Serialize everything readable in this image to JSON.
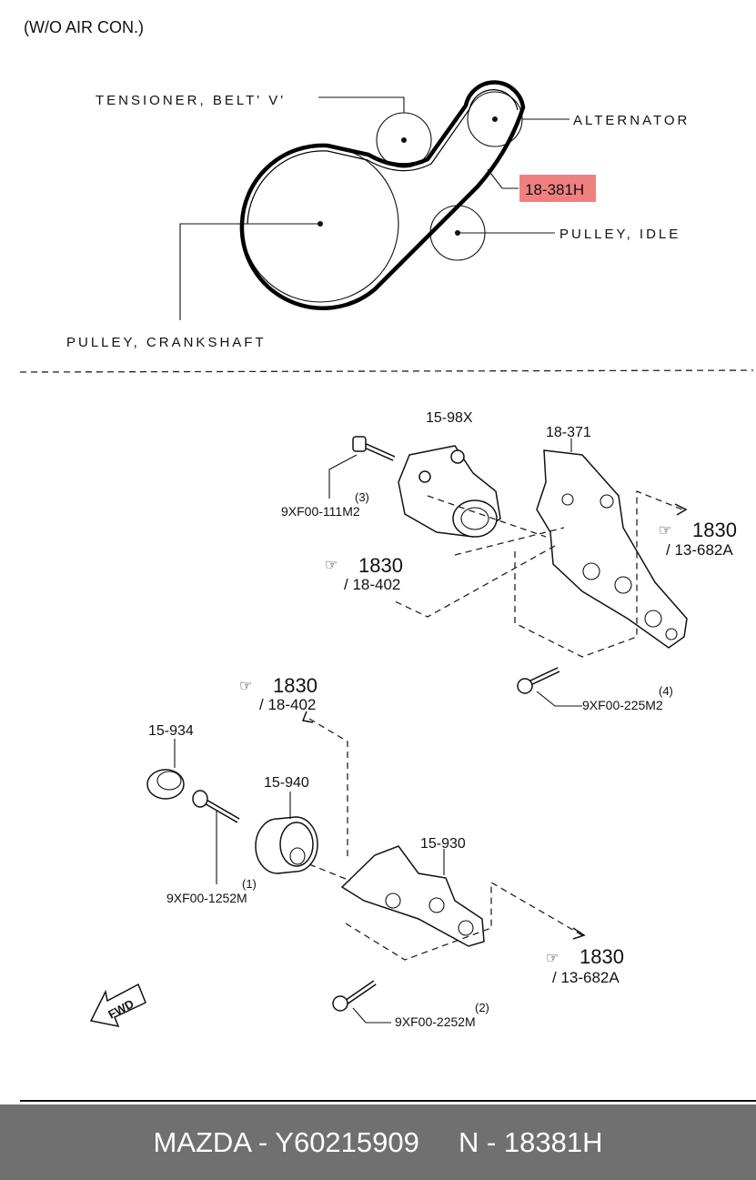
{
  "belt_diagram": {
    "heading": "(W/O AIR CON.)",
    "labels": {
      "tensioner": "TENSIONER, BELT' V'",
      "alternator": "ALTERNATOR",
      "belt_part": "18-381H",
      "idle_pulley": "PULLEY, IDLE",
      "crankshaft": "PULLEY, CRANKSHAFT"
    },
    "highlight_color": "#f08080"
  },
  "exploded_view": {
    "upper": {
      "tensioner_part": "15-98X",
      "bracket_part": "18-371",
      "bolt_index": "(3)",
      "bolt_part": "9XF00-111M2",
      "ref_left_num": "1830",
      "ref_left_sub": "/ 18-402",
      "ref_right_num": "1830",
      "ref_right_sub": "/ 13-682A",
      "bolt2_index": "(4)",
      "bolt2_part": "9XF00-225M2"
    },
    "lower": {
      "ref_top_num": "1830",
      "ref_top_sub": "/ 18-402",
      "cap_part": "15-934",
      "pulley_part": "15-940",
      "bracket_part": "15-930",
      "bolt_index": "(1)",
      "bolt_part": "9XF00-1252M",
      "ref_right_num": "1830",
      "ref_right_sub": "/ 13-682A",
      "bolt2_index": "(2)",
      "bolt2_part": "9XF00-2252M",
      "fwd_label": "FWD"
    }
  },
  "footer": {
    "brand_code": "MAZDA - Y60215909",
    "part_number": "N - 18381H"
  }
}
